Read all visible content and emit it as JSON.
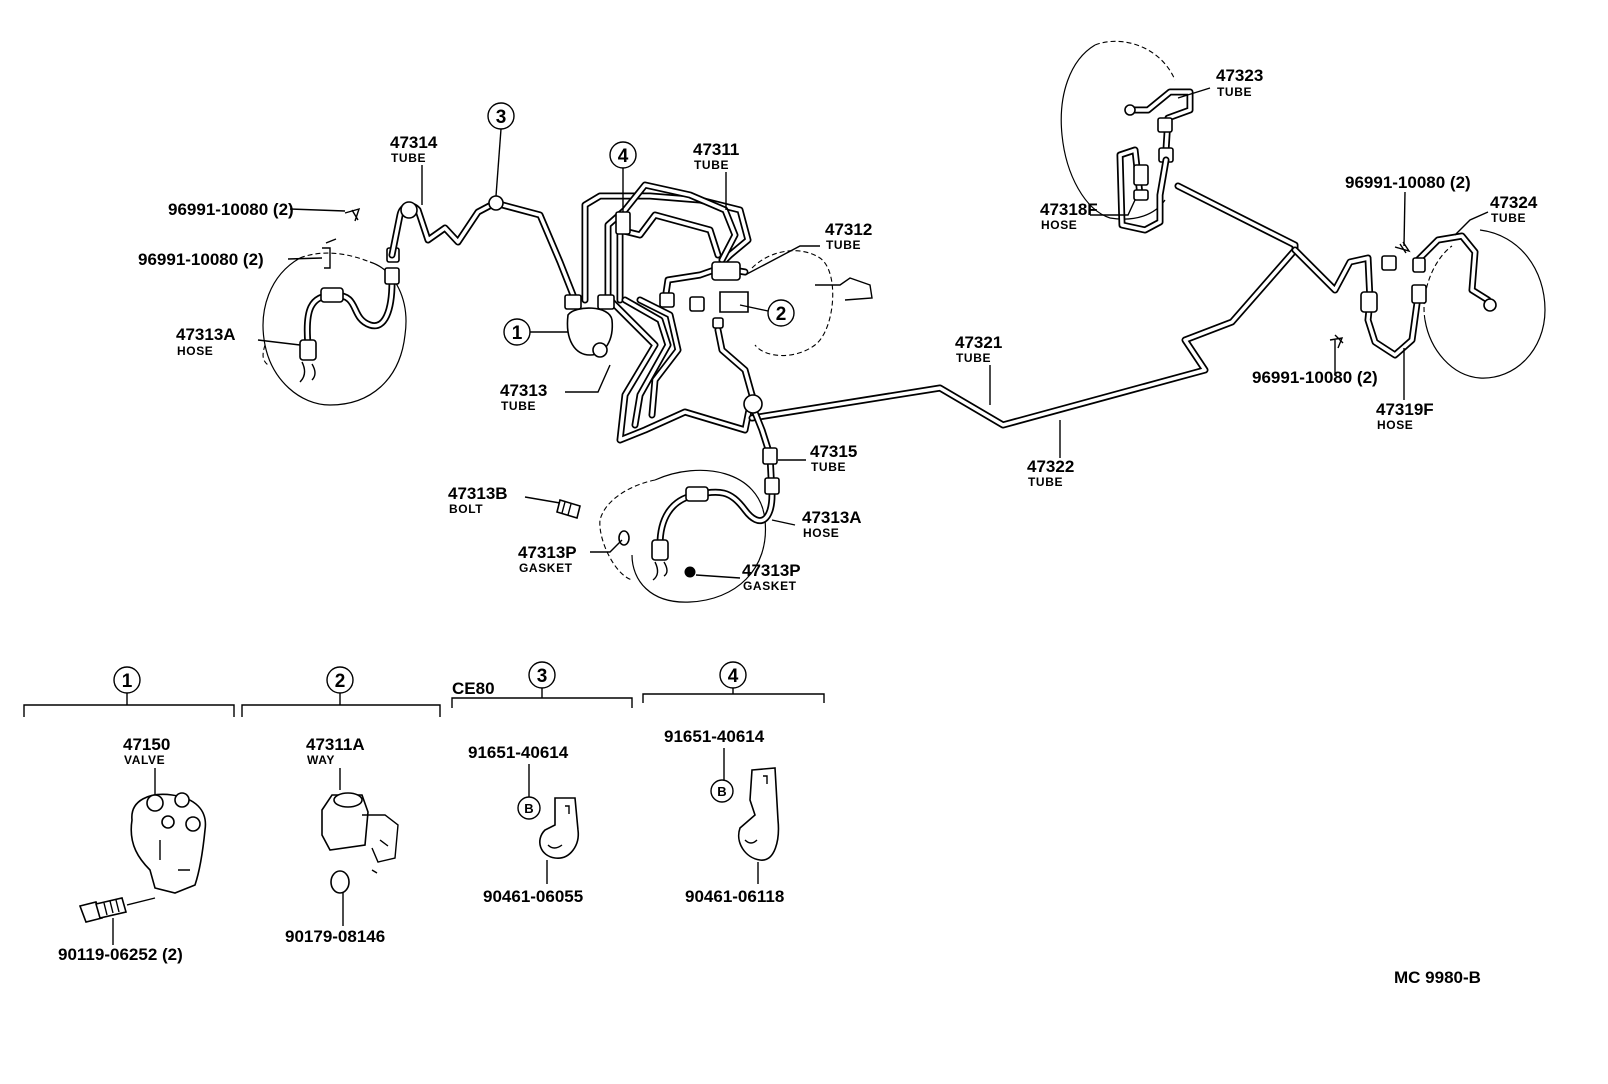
{
  "diagram_code": "MC 9980-B",
  "variant_label": "CE80",
  "callouts": {
    "c1": "1",
    "c2": "2",
    "c3": "3",
    "c4": "4"
  },
  "clip_mark": "B",
  "parts": {
    "tube_47314": {
      "number": "47314",
      "name": "TUBE"
    },
    "clip_a": {
      "number": "96991-10080 (2)"
    },
    "clip_b": {
      "number": "96991-10080 (2)"
    },
    "hose_47313a_left": {
      "number": "47313A",
      "name": "HOSE"
    },
    "tube_47313": {
      "number": "47313",
      "name": "TUBE"
    },
    "tube_47311": {
      "number": "47311",
      "name": "TUBE"
    },
    "tube_47312": {
      "number": "47312",
      "name": "TUBE"
    },
    "tube_47323": {
      "number": "47323",
      "name": "TUBE"
    },
    "hose_47318f": {
      "number": "47318F",
      "name": "HOSE"
    },
    "clip_c": {
      "number": "96991-10080 (2)"
    },
    "tube_47324": {
      "number": "47324",
      "name": "TUBE"
    },
    "tube_47321": {
      "number": "47321",
      "name": "TUBE"
    },
    "clip_d": {
      "number": "96991-10080 (2)"
    },
    "hose_47319f": {
      "number": "47319F",
      "name": "HOSE"
    },
    "tube_47315": {
      "number": "47315",
      "name": "TUBE"
    },
    "tube_47322": {
      "number": "47322",
      "name": "TUBE"
    },
    "bolt_47313b": {
      "number": "47313B",
      "name": "BOLT"
    },
    "hose_47313a_right": {
      "number": "47313A",
      "name": "HOSE"
    },
    "gasket_left": {
      "number": "47313P",
      "name": "GASKET"
    },
    "gasket_right": {
      "number": "47313P",
      "name": "GASKET"
    }
  },
  "details": {
    "d1": {
      "part": {
        "number": "47150",
        "name": "VALVE"
      },
      "bolt": "90119-06252 (2)"
    },
    "d2": {
      "part": {
        "number": "47311A",
        "name": "WAY"
      },
      "nut": "90179-08146"
    },
    "d3": {
      "clip": "91651-40614",
      "clamp": "90461-06055"
    },
    "d4": {
      "clip": "91651-40614",
      "clamp": "90461-06118"
    }
  }
}
